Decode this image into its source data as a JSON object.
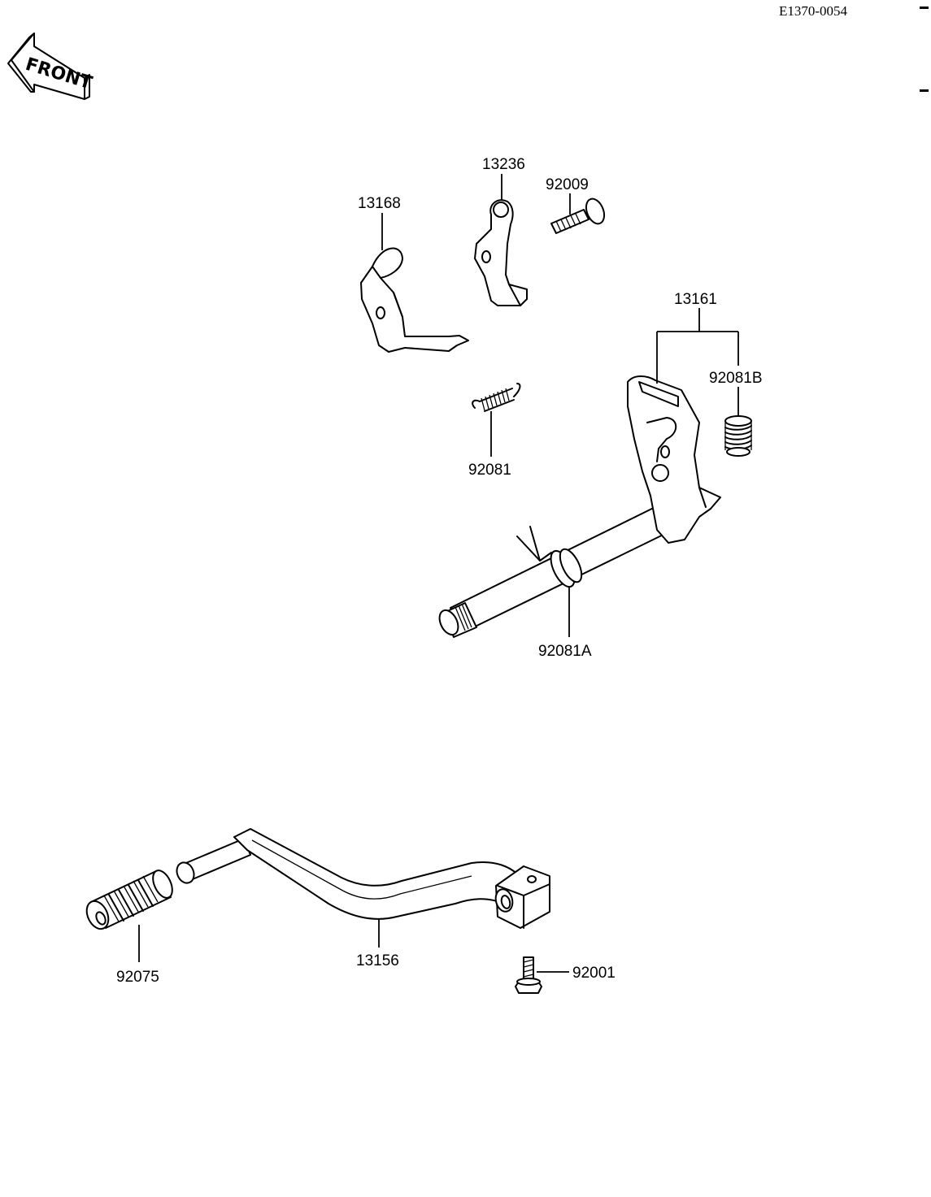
{
  "diagram_code": "E1370-0054",
  "front_label": "FRONT",
  "parts": [
    {
      "number": "13168",
      "item": "bracket"
    },
    {
      "number": "13236",
      "item": "lever"
    },
    {
      "number": "92009",
      "item": "screw"
    },
    {
      "number": "13161",
      "item": "shift-shaft-assembly"
    },
    {
      "number": "92081B",
      "item": "coil-spring"
    },
    {
      "number": "92081",
      "item": "tension-spring"
    },
    {
      "number": "92081A",
      "item": "return-spring"
    },
    {
      "number": "92075",
      "item": "rubber-cap"
    },
    {
      "number": "13156",
      "item": "shift-pedal"
    },
    {
      "number": "92001",
      "item": "bolt"
    }
  ]
}
